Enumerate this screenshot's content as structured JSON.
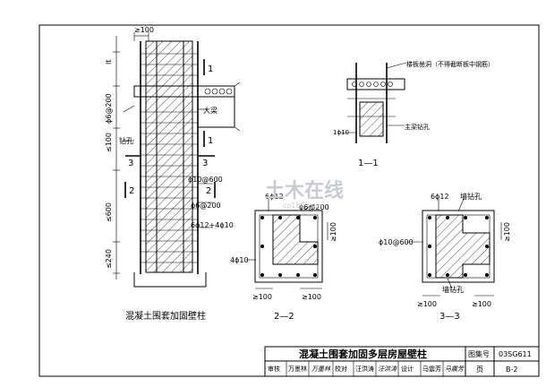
{
  "elevation": {
    "label_top_dim": "≥100",
    "label_lt": "lt",
    "label_phi6_200": "ϕ6@200",
    "label_le100": "≤100",
    "label_anchor_hole": "钻孔",
    "label_beam": "大梁",
    "label_phi10_600": "ϕ10@600",
    "label_phi6_200b": "ϕ6@200",
    "label_6phi12_4phi10": "6ϕ12+4ϕ10",
    "label_le600": "≤600",
    "label_le240": "≤240",
    "section_mark_1": "1",
    "section_mark_2": "2",
    "section_mark_3": "3",
    "caption": "混凝土围套加固壁柱"
  },
  "section11": {
    "label_slab_hole": "楼板凿洞（不得截断板中钢筋）",
    "label_main_hole": "主梁钻孔",
    "label_1phi10": "1ϕ10",
    "caption": "1—1"
  },
  "section22": {
    "label_6phi12": "6ϕ12",
    "label_phi6_200": "ϕ6@200",
    "label_4phi10": "4ϕ10",
    "label_ge100_a": "≥100",
    "label_ge100_b": "≥100",
    "label_ge100_c": "≥100",
    "caption": "2—2"
  },
  "section33": {
    "label_6phi12": "6ϕ12",
    "label_wall_hole": "墙钻孔",
    "label_phi10_600": "ϕ10@600",
    "label_wall_hole_b": "墙钻孔",
    "label_ge100_a": "≥100",
    "label_ge100_b": "≥100",
    "label_ge100_c": "≥100",
    "caption": "3—3"
  },
  "watermark": {
    "brand": "土木在线",
    "url": "co188.com"
  },
  "title_block": {
    "title": "混凝土围套加固多层房屋壁柱",
    "atlas_label": "图集号",
    "atlas_no": "03SG611",
    "reviewer_label": "审核",
    "reviewer": "万墨林",
    "reviewer_sig": "万墨林",
    "checker_label": "校对",
    "checker": "汪洪涛",
    "checker_sig": "汪洪涛",
    "designer_label": "设计",
    "designer": "马震芳",
    "designer_sig": "马震芳",
    "page_label": "页",
    "page_no": "B-2"
  }
}
